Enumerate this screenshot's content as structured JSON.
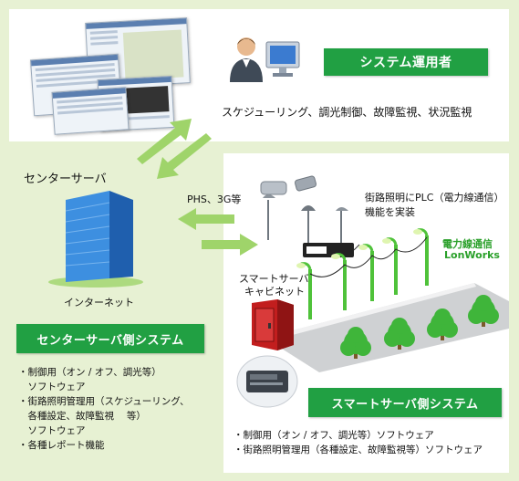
{
  "operator": {
    "title": "システム運用者",
    "functions": "スケジューリング、調光制御、故障監視、状況監視"
  },
  "center_server": {
    "title": "センターサーバ",
    "network_label": "インターネット",
    "system_label": "センターサーバ側システム",
    "features": [
      "・制御用（オン / オフ、調光等）",
      "　ソフトウェア",
      "・街路照明管理用（スケジューリング、",
      "　各種設定、故障監視　 等）",
      "　ソフトウェア",
      "・各種レポート機能"
    ]
  },
  "link_label": "PHS、3G等",
  "street_light": {
    "plc_note_line1": "街路照明にPLC（電力線通信）",
    "plc_note_line2": "機能を実装",
    "powerline_label_line1": "電力線通信",
    "powerline_label_line2": "LonWorks"
  },
  "smart_server": {
    "cabinet_label_line1": "スマートサーバ",
    "cabinet_label_line2": "キャビネット",
    "system_label": "スマートサーバ側システム",
    "features": [
      "・制御用（オン / オフ、調光等）ソフトウェア",
      "・街路照明管理用（各種設定、故障監視等）ソフトウェア"
    ]
  },
  "colors": {
    "label_green": "#21a043",
    "arrow_green": "#9fd46a",
    "background": "#e7f1d3",
    "pole_green": "#4fc23a",
    "powerline_text": "#2aa02a"
  },
  "icons": [
    "operator-person-icon",
    "monitor-icon",
    "server-building-icon",
    "cabinet-icon",
    "controller-device-icon",
    "tree-icon",
    "street-light-icon",
    "arrow-icon"
  ]
}
